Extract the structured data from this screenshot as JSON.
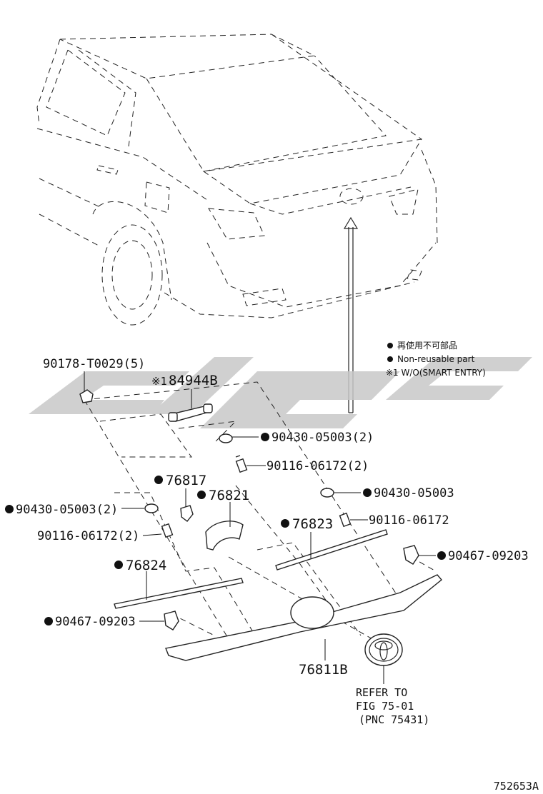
{
  "watermark": {
    "color": "#c8c8c8"
  },
  "legend": {
    "line1": "再使用不可部品",
    "line2": "Non-reusable part",
    "line3": "※1 W/O(SMART ENTRY)"
  },
  "labels": {
    "p90178": "90178-T0029(5)",
    "p84944b": "84944B",
    "p84944b_mark": "※1",
    "p90430_a": "90430-05003(2)",
    "p90116_a": "90116-06172(2)",
    "p76817": "76817",
    "p76821": "76821",
    "p90430_b": "90430-05003",
    "p90430_c": "90430-05003(2)",
    "p90116_b": "90116-06172",
    "p90116_c": "90116-06172(2)",
    "p76823": "76823",
    "p90467_a": "90467-09203",
    "p76824": "76824",
    "p90467_b": "90467-09203",
    "p76811b": "76811B"
  },
  "reference": {
    "line1": "REFER TO",
    "line2": "FIG 75-01",
    "line3": "(PNC 75431)"
  },
  "figure_id": "752653A"
}
